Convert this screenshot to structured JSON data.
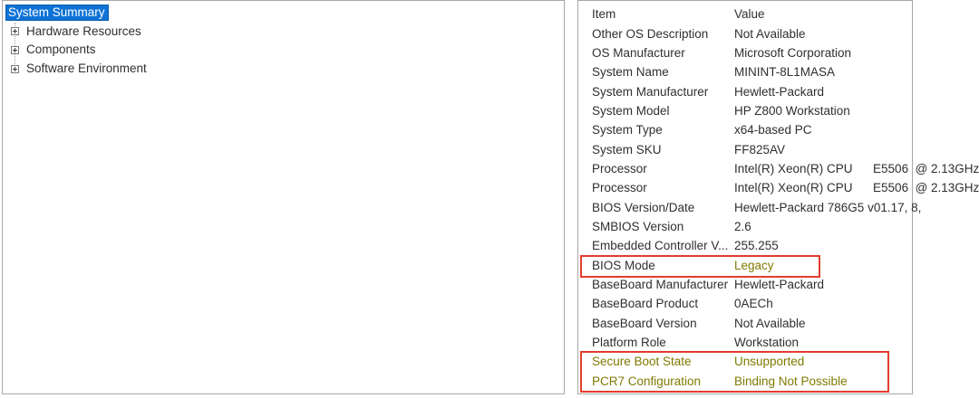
{
  "colors": {
    "selection_blue": "#0f73d6",
    "selection_border": "#0b5cad",
    "panel_border": "#a7a7a7",
    "annotation_red": "#e23d2e",
    "olive_highlight_text": "#7f7a00"
  },
  "tree": {
    "items": [
      {
        "label": "System Summary",
        "selected": true,
        "expandable": false
      },
      {
        "label": "Hardware Resources",
        "selected": false,
        "expandable": true
      },
      {
        "label": "Components",
        "selected": false,
        "expandable": true
      },
      {
        "label": "Software Environment",
        "selected": false,
        "expandable": true
      }
    ]
  },
  "list": {
    "columns": {
      "item": "Item",
      "value": "Value"
    },
    "rows": [
      {
        "item": "Other OS Description",
        "value": "Not Available"
      },
      {
        "item": "OS Manufacturer",
        "value": "Microsoft Corporation"
      },
      {
        "item": "System Name",
        "value": "MININT-8L1MASA"
      },
      {
        "item": "System Manufacturer",
        "value": "Hewlett-Packard"
      },
      {
        "item": "System Model",
        "value": "HP Z800 Workstation"
      },
      {
        "item": "System Type",
        "value": "x64-based PC"
      },
      {
        "item": "System SKU",
        "value": "FF825AV"
      },
      {
        "item": "Processor",
        "value": "Intel(R) Xeon(R) CPU      E5506  @ 2.13GHz"
      },
      {
        "item": "Processor",
        "value": "Intel(R) Xeon(R) CPU      E5506  @ 2.13GHz"
      },
      {
        "item": "BIOS Version/Date",
        "value": "Hewlett-Packard 786G5 v01.17, 8,"
      },
      {
        "item": "SMBIOS Version",
        "value": "2.6"
      },
      {
        "item": "Embedded Controller V...",
        "value": "255.255"
      },
      {
        "item": "BIOS Mode",
        "value": "Legacy",
        "olive": "value"
      },
      {
        "item": "BaseBoard Manufacturer",
        "value": "Hewlett-Packard"
      },
      {
        "item": "BaseBoard Product",
        "value": "0AECh"
      },
      {
        "item": "BaseBoard Version",
        "value": "Not Available"
      },
      {
        "item": "Platform Role",
        "value": "Workstation"
      },
      {
        "item": "Secure Boot State",
        "value": "Unsupported",
        "olive": "both"
      },
      {
        "item": "PCR7 Configuration",
        "value": "Binding Not Possible",
        "olive": "both"
      }
    ]
  },
  "annotations": {
    "bios_mode_outline": "BIOS Mode / Legacy highlight box",
    "secure_boot_outline": "Secure Boot State and PCR7 Configuration highlight box"
  }
}
